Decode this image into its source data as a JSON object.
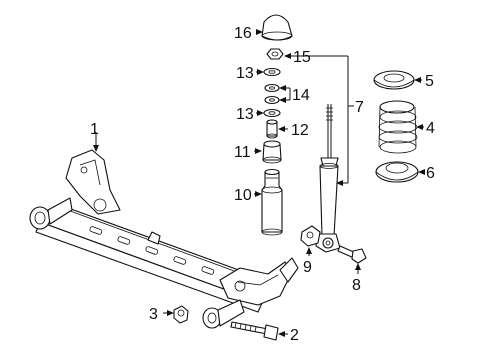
{
  "callouts": {
    "c1": "1",
    "c2": "2",
    "c3": "3",
    "c4": "4",
    "c5": "5",
    "c6": "6",
    "c7": "7",
    "c8": "8",
    "c9": "9",
    "c10": "10",
    "c11": "11",
    "c12": "12",
    "c13a": "13",
    "c13b": "13",
    "c14": "14",
    "c15": "15",
    "c16": "16"
  },
  "colors": {
    "line": "#111111",
    "background": "#ffffff"
  }
}
